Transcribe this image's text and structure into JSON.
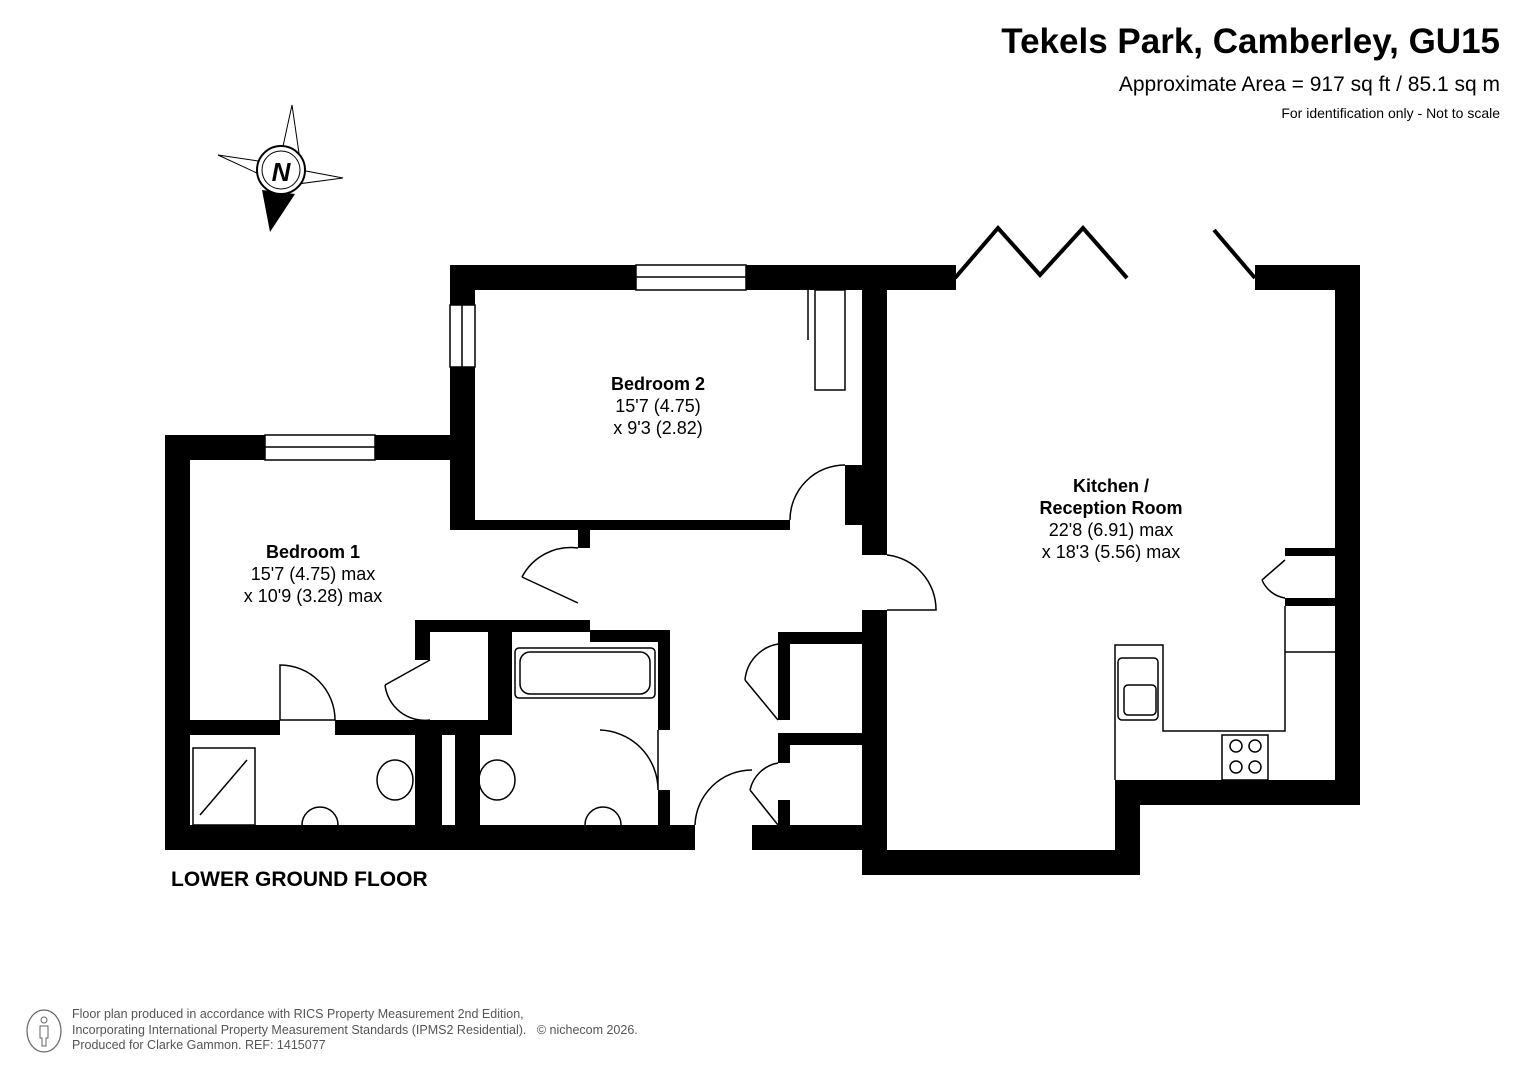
{
  "header": {
    "title": "Tekels Park, Camberley, GU15",
    "area": "Approximate Area = 917 sq ft / 85.1 sq m",
    "note": "For identification only - Not to scale"
  },
  "compass": {
    "label": "N"
  },
  "rooms": [
    {
      "name": "Bedroom 2",
      "dim1": "15'7 (4.75)",
      "dim2": "x 9'3 (2.82)"
    },
    {
      "name": "Bedroom 1",
      "dim1": "15'7 (4.75) max",
      "dim2": "x 10'9 (3.28) max"
    },
    {
      "name": "Kitchen /",
      "name2": "Reception Room",
      "dim1": "22'8 (6.91) max",
      "dim2": "x 18'3 (5.56) max"
    }
  ],
  "floor_label": "LOWER GROUND FLOOR",
  "footer": {
    "line1": "Floor plan produced in accordance with RICS Property Measurement 2nd Edition,",
    "line2": "Incorporating International Property Measurement Standards (IPMS2 Residential).",
    "copyright": "© nichecom 2026.",
    "line3": "Produced for Clarke Gammon.   REF:  1415077"
  }
}
